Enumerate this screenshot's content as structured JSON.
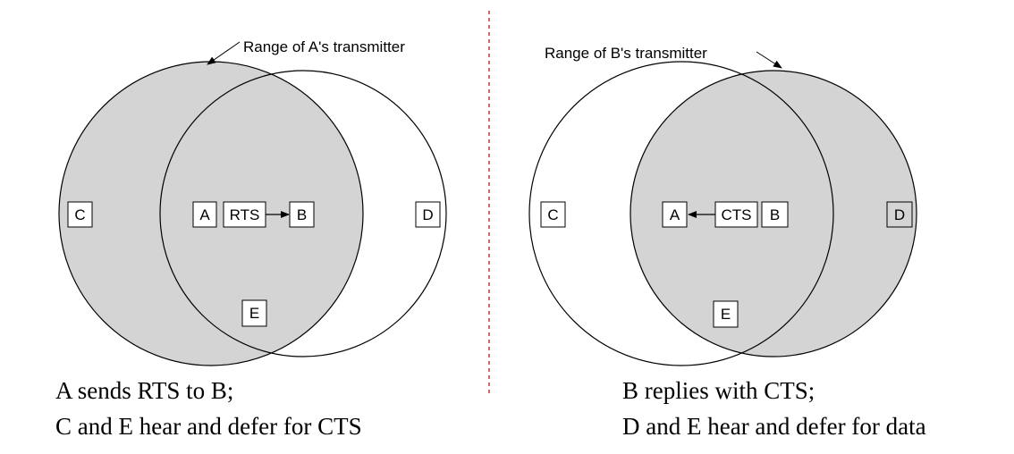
{
  "left": {
    "range_label": "Range of A's transmitter",
    "nodes": {
      "c": "C",
      "a": "A",
      "b": "B",
      "d": "D",
      "e": "E"
    },
    "message": "RTS",
    "caption_line1": "A sends RTS to B;",
    "caption_line2": "C and E hear and defer for CTS"
  },
  "right": {
    "range_label": "Range of B's transmitter",
    "nodes": {
      "c": "C",
      "a": "A",
      "b": "B",
      "d": "D",
      "e": "E"
    },
    "message": "CTS",
    "caption_line1": "B replies with CTS;",
    "caption_line2": "D and E hear and defer for data"
  },
  "colors": {
    "shaded_range": "#d4d4d4",
    "divider": "#c0392b"
  }
}
